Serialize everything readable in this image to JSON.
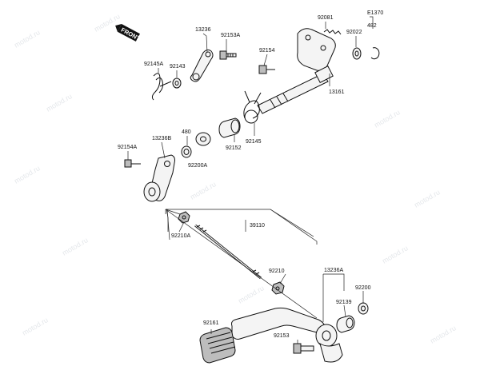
{
  "diagram": {
    "front_badge": "FRONT",
    "watermark": "motod.ru",
    "callouts": [
      {
        "id": "13236",
        "text": "13236"
      },
      {
        "id": "92153A",
        "text": "92153A"
      },
      {
        "id": "92081",
        "text": "92081"
      },
      {
        "id": "E1370",
        "text": "E1370"
      },
      {
        "id": "482",
        "text": "482"
      },
      {
        "id": "92022",
        "text": "92022"
      },
      {
        "id": "92145A",
        "text": "92145A"
      },
      {
        "id": "92143",
        "text": "92143"
      },
      {
        "id": "92154",
        "text": "92154"
      },
      {
        "id": "13161",
        "text": "13161"
      },
      {
        "id": "480",
        "text": "480"
      },
      {
        "id": "92152",
        "text": "92152"
      },
      {
        "id": "92145",
        "text": "92145"
      },
      {
        "id": "92154A",
        "text": "92154A"
      },
      {
        "id": "13236B",
        "text": "13236B"
      },
      {
        "id": "92200A",
        "text": "92200A"
      },
      {
        "id": "39110",
        "text": "39110"
      },
      {
        "id": "92210A",
        "text": "92210A"
      },
      {
        "id": "92210",
        "text": "92210"
      },
      {
        "id": "13236A",
        "text": "13236A"
      },
      {
        "id": "92200",
        "text": "92200"
      },
      {
        "id": "92139",
        "text": "92139"
      },
      {
        "id": "92161",
        "text": "92161"
      },
      {
        "id": "92153",
        "text": "92153"
      }
    ]
  }
}
